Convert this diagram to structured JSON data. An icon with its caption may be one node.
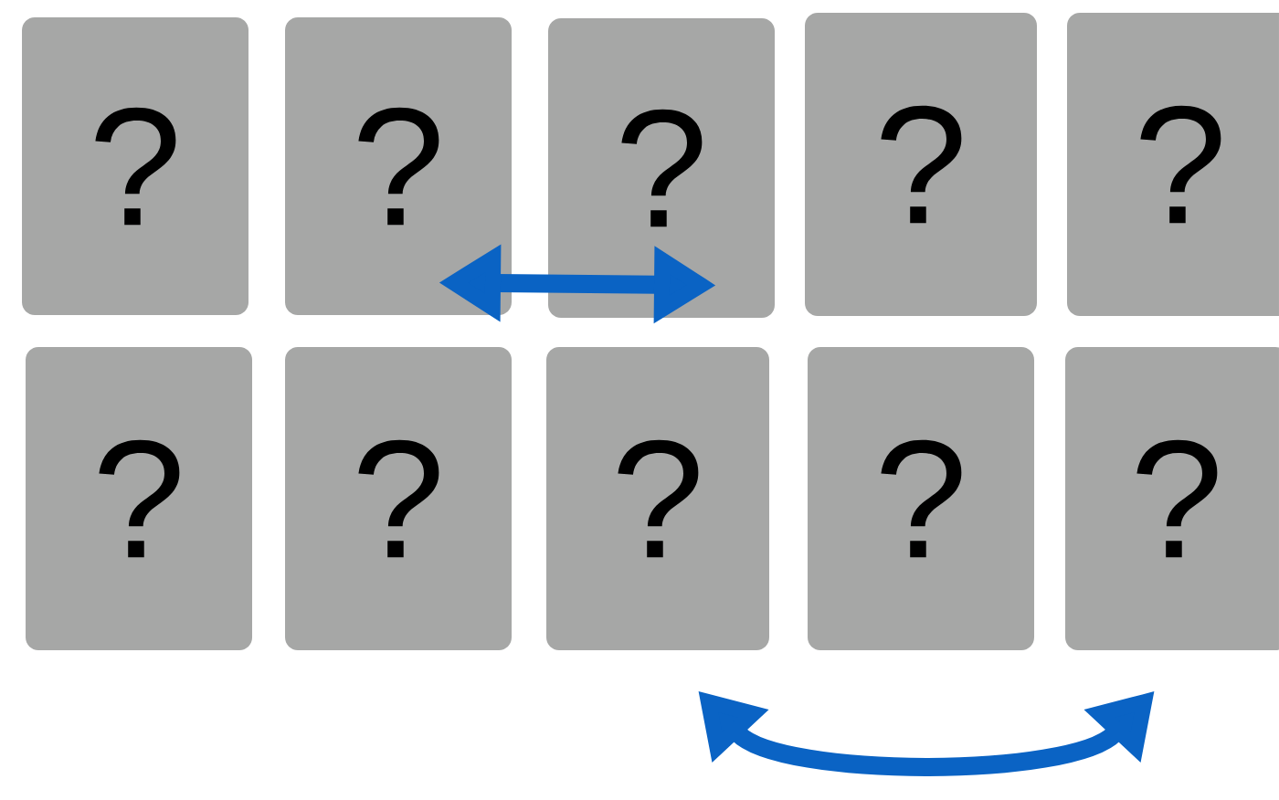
{
  "diagram": {
    "nodes": [
      {
        "text": [
          "?"
        ]
      },
      {
        "text": [
          "?"
        ]
      },
      {
        "text": [
          "?"
        ]
      },
      {
        "text": [
          "?"
        ]
      },
      {
        "text": [
          "?"
        ]
      },
      {
        "text": [
          "?"
        ]
      },
      {
        "text": [
          "?"
        ]
      },
      {
        "text": [
          "?"
        ]
      },
      {
        "text": [
          "?"
        ]
      },
      {
        "text": [
          "?"
        ]
      }
    ],
    "edges": [
      {
        "from": 1,
        "to": 2,
        "arrow": "both"
      },
      {
        "from": 7,
        "to": 9,
        "arrow": "both"
      }
    ]
  }
}
